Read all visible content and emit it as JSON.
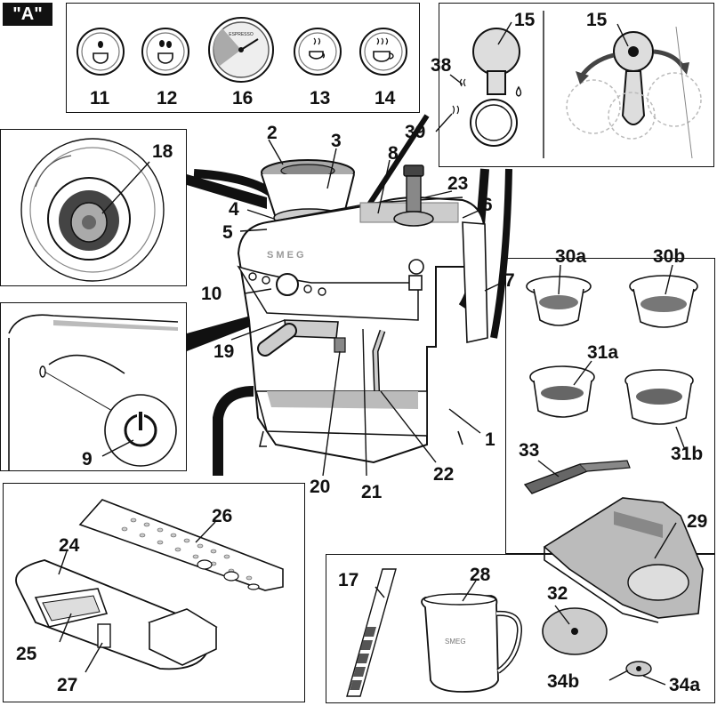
{
  "figure_tag": "\"A\"",
  "labels": {
    "l1": "1",
    "l2": "2",
    "l3": "3",
    "l4": "4",
    "l5": "5",
    "l6": "6",
    "l7": "7",
    "l8": "8",
    "l9": "9",
    "l10": "10",
    "l11": "11",
    "l12": "12",
    "l13": "13",
    "l14": "14",
    "l15a": "15",
    "l15b": "15",
    "l16": "16",
    "l17": "17",
    "l18": "18",
    "l19": "19",
    "l20": "20",
    "l21": "21",
    "l22": "22",
    "l23": "23",
    "l24": "24",
    "l25": "25",
    "l26": "26",
    "l27": "27",
    "l28": "28",
    "l29": "29",
    "l30a": "30a",
    "l30b": "30b",
    "l31a": "31a",
    "l31b": "31b",
    "l32": "32",
    "l33": "33",
    "l34a": "34a",
    "l34b": "34b",
    "l38": "38",
    "l39": "39"
  },
  "gauge": {
    "word": "ESPRESSO"
  },
  "brand_text": "S M E G",
  "jug_brand": "SMEG"
}
